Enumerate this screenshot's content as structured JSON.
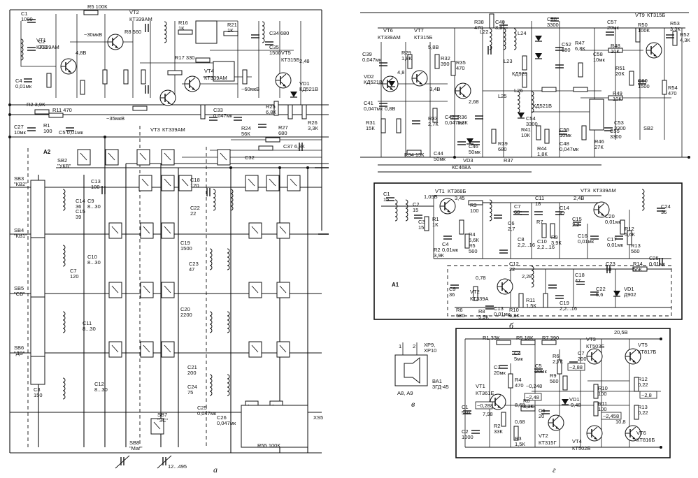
{
  "sections": {
    "a": "а",
    "b": "б",
    "v": "в",
    "g": "г"
  },
  "blocks": {
    "a2": "А2",
    "a1": "А1",
    "a8a9": "А8, А9",
    "ba1": "ВА1\n3ГД-45",
    "xp9": "XP9,\nXP10"
  },
  "transistors_a": [
    {
      "name": "VT1",
      "type": "КТ339АМ"
    },
    {
      "name": "VT2",
      "type": "КТ339АМ"
    },
    {
      "name": "VT3",
      "type": "КТ339АМ"
    },
    {
      "name": "VT4",
      "type": "КТ339АМ"
    },
    {
      "name": "VT5",
      "type": "КТ315Б"
    }
  ],
  "labels_a": {
    "c1": "С1\n1000",
    "c2": "С2\n300",
    "c4": "С4\n0,01мк",
    "r5": "R5 100К",
    "r8": "R8 560",
    "r21": "R21\n1К",
    "c34": "С34 680",
    "c35": "С35\n1500",
    "c36": "С36",
    "r17": "R17 330",
    "r16": "R16\n1К",
    "vd1": "VD1\nКД521В",
    "r24": "R24\n56К",
    "r25": "R25\n6,8К",
    "r26": "R26\n3,3К",
    "r27": "R27\n680",
    "c37": "С37 6,8К",
    "c32": "С32",
    "c33": "С33\n0,047мк",
    "sb2": "SB2\n\"УКВ\"",
    "sb3": "SB3\n\"КВ2\"",
    "sb4": "SB4\n\"КВ1\"",
    "sb5": "SB5\n\"СВ\"",
    "sb6": "SB6\n\"ДВ\"",
    "sb7": "SB7\n\"ЗС\"",
    "sb8": "SB8\n\"Маг\"",
    "xs5": "XS5",
    "r55": "R55 100К",
    "c1c2": "12...495",
    "c27": "С27\n10мк",
    "r1": "R1\n100",
    "r2": "R2 3,9К",
    "r11": "R11 470",
    "c5": "С5 0,01мк",
    "c13": "С13\n100",
    "c14": "С14\n36",
    "c15": "С15\n39",
    "c9": "С9\n8...30",
    "c10": "С10\n8...30",
    "c7": "С7\n120",
    "c11": "С11\n8...30",
    "c3": "С3\n150",
    "c12": "С12\n8...30",
    "c18": "С18\n120",
    "c22": "С22\n22",
    "c19": "С19\n1500",
    "c23": "С23\n47",
    "c20": "С20\n2200",
    "c21": "С21\n200",
    "c24": "С24\n75",
    "c25": "С25\n0,047мк",
    "c26": "С26\n0,047мк",
    "v48": "4,8В",
    "v248": "2,48",
    "mv60": "~60мкВ",
    "mv35": "~35мкВ",
    "mv30": "~30мкВ"
  },
  "transistors_top_right": [
    {
      "name": "VT6",
      "type": "КТ339АМ"
    },
    {
      "name": "VT7",
      "type": "КТ315Б"
    },
    {
      "name": "VT8",
      "type": ""
    },
    {
      "name": "VT9",
      "type": "КТ315Б"
    }
  ],
  "labels_top_right": {
    "r38": "R38\n470",
    "c40": "С40\n3,9",
    "c50": "С50\n3300",
    "r53": "R53\n3,3К",
    "r52": "R52\n4,3К",
    "r50": "R50\n100К",
    "c57": "С57\n20мк",
    "r48": "R48\n10К",
    "c58": "С58\n10мк",
    "r51": "R51\n20К",
    "c60": "С60\n1500",
    "r54": "R54\n470",
    "r49": "R49\n10К",
    "sb2": "SB2",
    "c53": "С53\n3300",
    "kd521v": "КД521В",
    "kd923": "КД923",
    "r47": "R47\n6,8К",
    "c52": "С52\n680",
    "c54": "С54\n3300",
    "c56": "С56\n10мк",
    "r46": "R46\n27К",
    "c55": "С55\n3300",
    "r44": "R44\n1,8К",
    "r41": "R41\n10К",
    "c48": "С48\n0,047мк",
    "r39": "R39\n680",
    "r37": "R37",
    "r34": "R34 15К",
    "r31": "R31\n15К",
    "r29": "R29\n1,8К",
    "r32": "R32\n390",
    "r35": "R35\n470",
    "r36": "R36\n3,3К",
    "r33": "R33\n2,7К",
    "c39": "С39\n0,047мк",
    "c41": "С41\n0,047мк",
    "c42": "С42\n0,047мк",
    "c44": "С44\n50мк",
    "c46": "С46\n50мк",
    "vd2": "VD2\nКД521В",
    "vd3": "VD3",
    "l22": "L22",
    "l23": "L23",
    "l24": "L24",
    "l25": "L25",
    "l26": "L26",
    "kc468a": "КС468А",
    "v58": "5,8В",
    "v48b": "4,8",
    "v34": "3,4В",
    "v268": "2,68",
    "v08": "0,8В"
  },
  "transistors_b": [
    {
      "name": "VT1",
      "type": "КТ368Б"
    },
    {
      "name": "VT2",
      "type": "КТ339А"
    },
    {
      "name": "VT3",
      "type": "КТ339АМ"
    }
  ],
  "labels_b": {
    "c1": "С1\n15",
    "c2": "С2\n15",
    "c3": "С3\n15",
    "r1": "R1\n1К",
    "r2": "R2\n3,9К",
    "r3": "R3\n100",
    "r4": "R4\n5,6К",
    "r5": "R5\n560",
    "r6": "R6\n680",
    "r7": "R7",
    "r8": "R8\n3,9К",
    "r9": "R9\n3,9К",
    "r10": "R10\n6,8К",
    "r11": "R11\n1,5К",
    "r12": "R12\n5,6К",
    "r13": "R13\n560",
    "r14": "R14\n56К",
    "c4": "С4\n0,01мк",
    "c6": "С6\n2,7",
    "c7": "С7\n68",
    "c8": "С8\n2,2...16",
    "c9": "С9\n36",
    "c10": "С10\n2,2...16",
    "c11": "С11\n18",
    "c12": "С12\n22",
    "c13": "С13\n0,01мк",
    "c14": "С14\n47",
    "c15": "С15\n2,2",
    "c16": "С16\n0,01мк",
    "c17": "С17\n0,01мк",
    "c18": "С18\n47",
    "c19": "С19\n2,2...16",
    "c20": "С20\n0,01мк",
    "c22": "С22\n5,6",
    "c23": "С23\n18",
    "c24": "С24\n36",
    "c25": "С25\n0,01мк",
    "vd1": "VD1\nД902",
    "v105": "1,05В",
    "v345": "3,45",
    "v24": "2,4В",
    "v078": "0,78",
    "v228": "2,28"
  },
  "transistors_g": [
    {
      "name": "VT1",
      "type": "КТ361Е"
    },
    {
      "name": "VT2",
      "type": "КТ315Г"
    },
    {
      "name": "VT3",
      "type": "КТ503Б"
    },
    {
      "name": "VT4",
      "type": "КТ502Б"
    },
    {
      "name": "VT5",
      "type": "КТ817Б"
    },
    {
      "name": "VT6",
      "type": "КТ816Б"
    }
  ],
  "labels_g": {
    "r1": "R1 33К",
    "r5": "R5 18К",
    "r7": "R7 390",
    "r6": "R6\n2,7К",
    "r9": "R9\n560",
    "r4": "R4\n470",
    "c3": "С3\n20мк",
    "c4": "С4\n5мк",
    "c5": "С5\n20мк",
    "c6": "С6\n20",
    "c7": "С7\n200",
    "c1": "С1\n5мк",
    "c2": "С2\n1000",
    "r2": "R2\n33К",
    "r3": "R3\n1,5К",
    "r8": "R8\n3,3К",
    "r10": "R10\n100",
    "r11": "R11\n100",
    "r12": "R12\n0,22",
    "r13": "R13\n0,22",
    "vd1": "VD1",
    "v205": "20,5В",
    "v798": "7,98",
    "v868": "8,68",
    "v948": "9,48",
    "v068": "0,68",
    "v1008": "10,8",
    "mv288": "~2,88",
    "mv248": "~2,48",
    "mv0288": "~0,288",
    "mv0248": "~0,248",
    "mv2458": "~2,458",
    "mv28": "~2,8"
  }
}
